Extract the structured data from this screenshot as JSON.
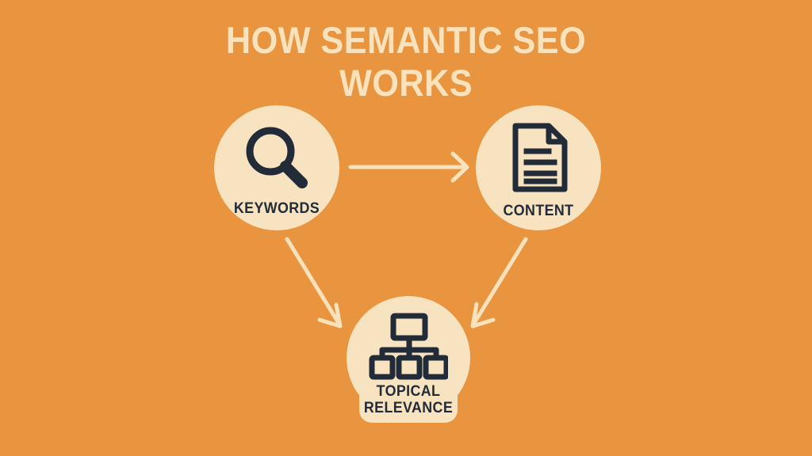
{
  "graphic": {
    "type": "cycle-diagram",
    "title": {
      "line1": "HOW SEMANTIC SEO",
      "line2": "WORKS"
    },
    "colors": {
      "background": "#e9943f",
      "node_fill": "#f8e3c1",
      "title_text": "#fae2bd",
      "icon_stroke": "#222b38",
      "label_text": "#222b38",
      "arrow": "#fae2bd"
    },
    "nodes": [
      {
        "id": "keywords",
        "label": "KEYWORDS",
        "icon": "magnifying-glass-icon"
      },
      {
        "id": "content",
        "label": "CONTENT",
        "icon": "document-icon"
      },
      {
        "id": "topical-relevance",
        "label_line1": "TOPICAL",
        "label_line2": "RELEVANCE",
        "icon": "hierarchy-icon"
      }
    ],
    "arrows": [
      {
        "id": "keywords-to-content",
        "from": "keywords",
        "to": "content",
        "direction": "right"
      },
      {
        "id": "keywords-to-topical",
        "from": "keywords",
        "to": "topical-relevance",
        "direction": "down-right"
      },
      {
        "id": "content-to-topical",
        "from": "content",
        "to": "topical-relevance",
        "direction": "down-left"
      }
    ]
  }
}
